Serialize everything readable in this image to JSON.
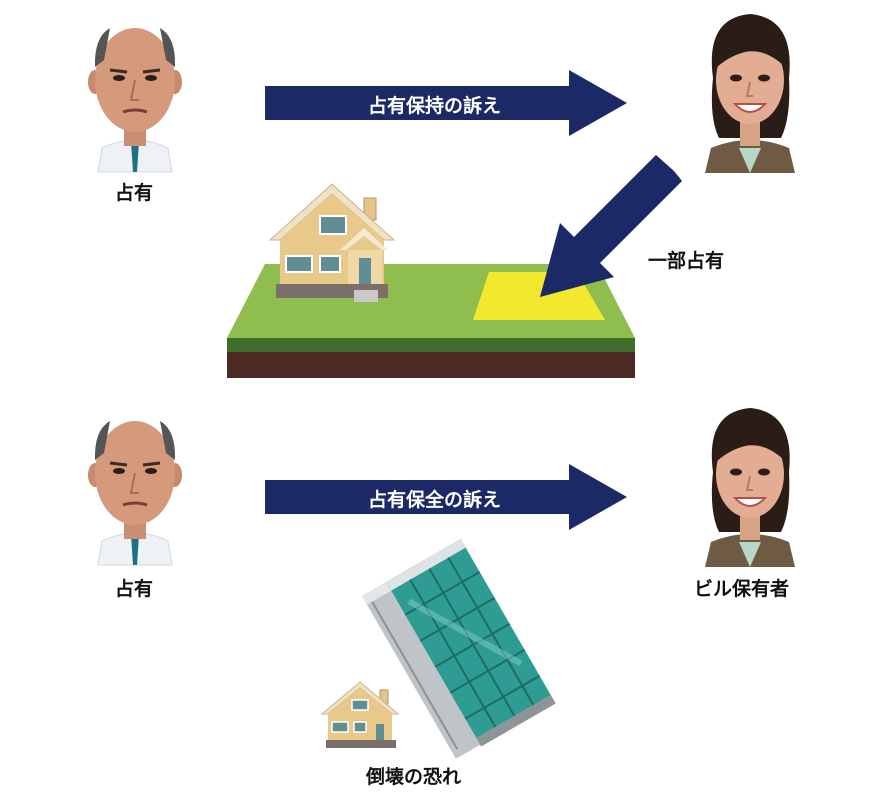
{
  "top": {
    "left_person_label": "占有",
    "arrow_label": "占有保持の訴え",
    "partial_label": "一部占有"
  },
  "bottom": {
    "left_person_label": "占有",
    "arrow_label": "占有保全の訴え",
    "right_person_label": "ビル保有者",
    "building_label": "倒壊の恐れ"
  },
  "colors": {
    "arrow": "#1b2a66",
    "grass": "#8fbe4e",
    "soil": "#4a2a22",
    "highlight": "#f2e82e",
    "house_wall": "#e8c98a",
    "tower_glass": "#2f9c93"
  },
  "icons": [
    "man-face-icon",
    "woman-face-icon",
    "house-icon",
    "building-icon"
  ]
}
